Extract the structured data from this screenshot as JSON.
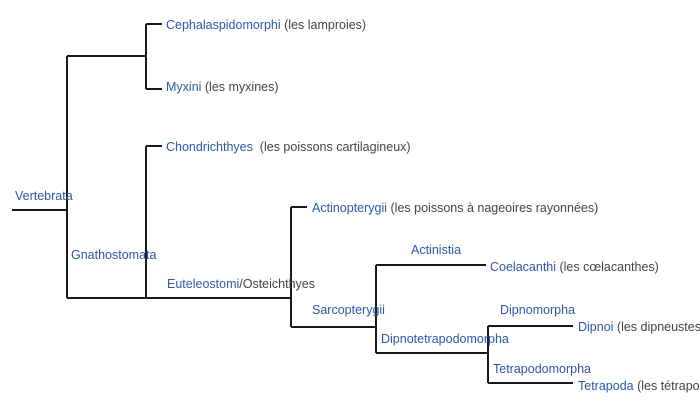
{
  "tree": {
    "root": "Vertebrata",
    "gnathostomata": "Gnathostomata",
    "euteleostomi": "Euteleostomi",
    "euteleostomi_alt": "/Osteichthyes",
    "sarcopterygii": "Sarcopterygii",
    "actinistia": "Actinistia",
    "dipnotetrapodomorpha": "Dipnotetrapodomorpha",
    "dipnomorpha": "Dipnomorpha",
    "tetrapodomorpha": "Tetrapodomorpha"
  },
  "leaves": {
    "cephalaspidomorphi": {
      "name": "Cephalaspidomorphi",
      "note": " (les lamproies)"
    },
    "myxini": {
      "name": "Myxini",
      "note": " (les myxines)"
    },
    "chondrichthyes": {
      "name": "Chondrichthyes",
      "note": "  (les poissons cartilagineux)"
    },
    "actinopterygii": {
      "name": "Actinopterygii",
      "note": " (les poissons à nageoires rayonnées)"
    },
    "coelacanthi": {
      "name": "Coelacanthi",
      "note": " (les cœlacanthes)"
    },
    "dipnoi": {
      "name": "Dipnoi",
      "note": " (les dipneustes)"
    },
    "tetrapoda": {
      "name": "Tetrapoda",
      "note": " (les tétrapodes)"
    }
  },
  "colors": {
    "taxon": "#2f56a6",
    "note": "#444444",
    "line": "#1a1a1a"
  }
}
